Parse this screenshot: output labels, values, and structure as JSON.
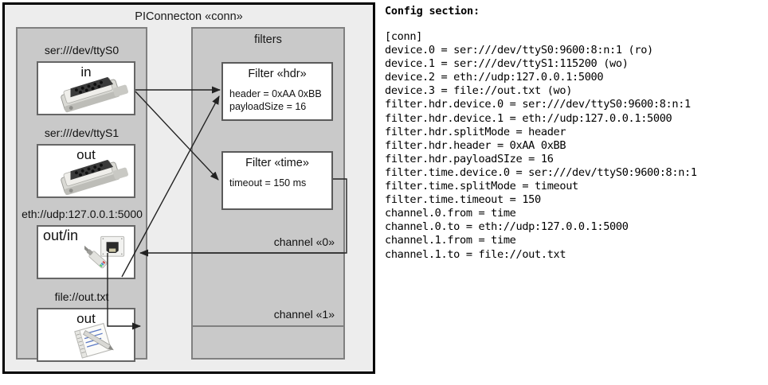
{
  "diagram": {
    "package_title": "PIConnecton «conn»",
    "devices_group": {
      "name": "devices-group"
    },
    "filters_group": {
      "title": "filters"
    },
    "devices": [
      {
        "label": "ser:///dev/ttyS0",
        "caption": "in",
        "icon": "serial-port-icon"
      },
      {
        "label": "ser:///dev/ttyS1",
        "caption": "out",
        "icon": "serial-port-icon"
      },
      {
        "label": "eth://udp:127.0.0.1:5000",
        "caption": "out/in",
        "icon": "ethernet-port-icon"
      },
      {
        "label": "file://out.txt",
        "caption": "out",
        "icon": "text-file-icon"
      }
    ],
    "filters": [
      {
        "name": "Filter «hdr»",
        "attrs": [
          "header = 0xAA 0xBB",
          "payloadSize = 16"
        ]
      },
      {
        "name": "Filter «time»",
        "attrs": [
          "timeout = 150 ms"
        ]
      }
    ],
    "channels": [
      {
        "label": "channel «0»"
      },
      {
        "label": "channel «1»"
      }
    ]
  },
  "config": {
    "heading": "Config section:",
    "lines": "[conn]\ndevice.0 = ser:///dev/ttyS0:9600:8:n:1 (ro)\ndevice.1 = ser:///dev/ttyS1:115200 (wo)\ndevice.2 = eth://udp:127.0.0.1:5000\ndevice.3 = file://out.txt (wo)\nfilter.hdr.device.0 = ser:///dev/ttyS0:9600:8:n:1\nfilter.hdr.device.1 = eth://udp:127.0.0.1:5000\nfilter.hdr.splitMode = header\nfilter.hdr.header = 0xAA 0xBB\nfilter.hdr.payloadSIze = 16\nfilter.time.device.0 = ser:///dev/ttyS0:9600:8:n:1\nfilter.time.splitMode = timeout\nfilter.time.timeout = 150\nchannel.0.from = time\nchannel.0.to = eth://udp:127.0.0.1:5000\nchannel.1.from = time\nchannel.1.to = file://out.txt"
  },
  "colors": {
    "frame": "#000000",
    "panel_bg": "#ededed",
    "group_bg": "#c9c9c9",
    "group_border": "#808080",
    "box_border": "#5a5a5a",
    "box_bg": "#ffffff",
    "edge": "#222222"
  }
}
